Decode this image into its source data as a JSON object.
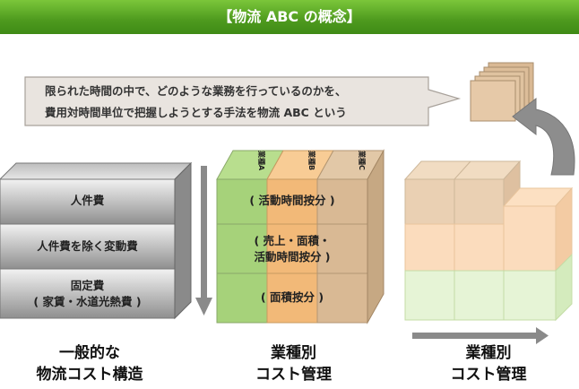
{
  "title": "【物流 ABC の概念】",
  "bubble": {
    "line1": "限られた時間の中で、どのような業務を行っているのかを、",
    "line2": "費用対時間単位で把握しようとする手法を物流 ABC という"
  },
  "left_stack": {
    "layers": [
      {
        "line1": "人件費",
        "line2": ""
      },
      {
        "line1": "人件費を除く変動費",
        "line2": ""
      },
      {
        "line1": "固定費",
        "line2": "( 家賃・水道光熱費 )"
      }
    ],
    "caption_line1": "一般的な",
    "caption_line2": "物流コスト構造"
  },
  "middle_stack": {
    "columns": [
      "業種A",
      "業種B",
      "業種C"
    ],
    "layers": [
      {
        "line1": "( 活動時間按分 )",
        "line2": ""
      },
      {
        "line1": "( 売上・面積・",
        "line2": "活動時間按分 )"
      },
      {
        "line1": "( 面積按分 )",
        "line2": ""
      }
    ],
    "caption_line1": "業種別",
    "caption_line2": "コスト管理"
  },
  "right_stack": {
    "caption_line1": "業種別",
    "caption_line2": "コスト管理"
  },
  "colors": {
    "banner": "#4e9a1e",
    "green_block": "#a6d27a",
    "orange_block": "#f2b978",
    "tan_block": "#d9b994",
    "gray_block": "#9a9a9a"
  }
}
